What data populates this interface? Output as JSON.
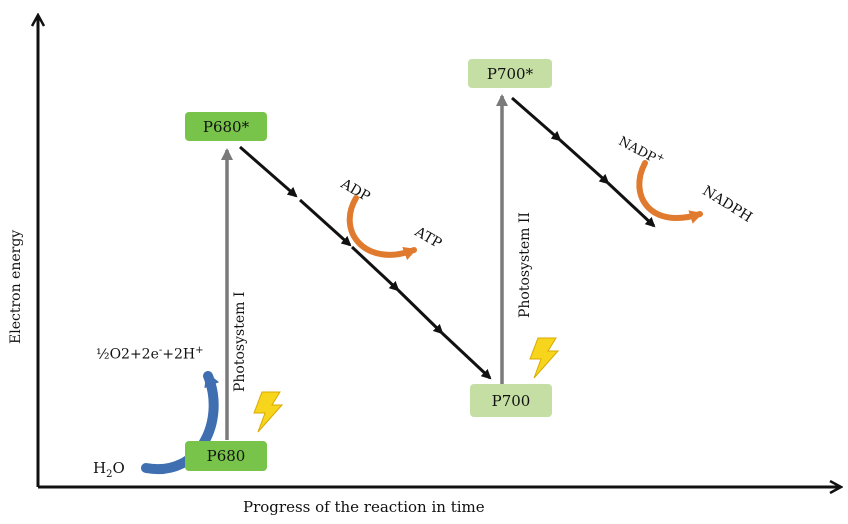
{
  "axes": {
    "y_label": "Electron energy",
    "x_label": "Progress of the reaction in time"
  },
  "nodes": {
    "p680": "P680",
    "p680_star": "P680*",
    "p700": "P700",
    "p700_star": "P700*"
  },
  "processes": {
    "photosystem_1": "Photosystem I",
    "photosystem_2": "Photosystem II"
  },
  "reagents": {
    "water_main": "H",
    "water_sub": "2",
    "water_tail": "O",
    "products_a": "½O2+2e",
    "products_sup1": "-",
    "products_b": "+2H",
    "products_sup2": "+",
    "adp": "ADP",
    "atp": "ATP",
    "nadp_main": "NADP",
    "nadp_sup": "+",
    "nadph": "NADPH"
  },
  "colors": {
    "dark_green": "#78c44a",
    "light_green": "#c5dea3",
    "orange": "#e07a2e",
    "blue": "#3f6fb0",
    "lightning": "#f7d51d",
    "gray": "#7a7a7a"
  }
}
